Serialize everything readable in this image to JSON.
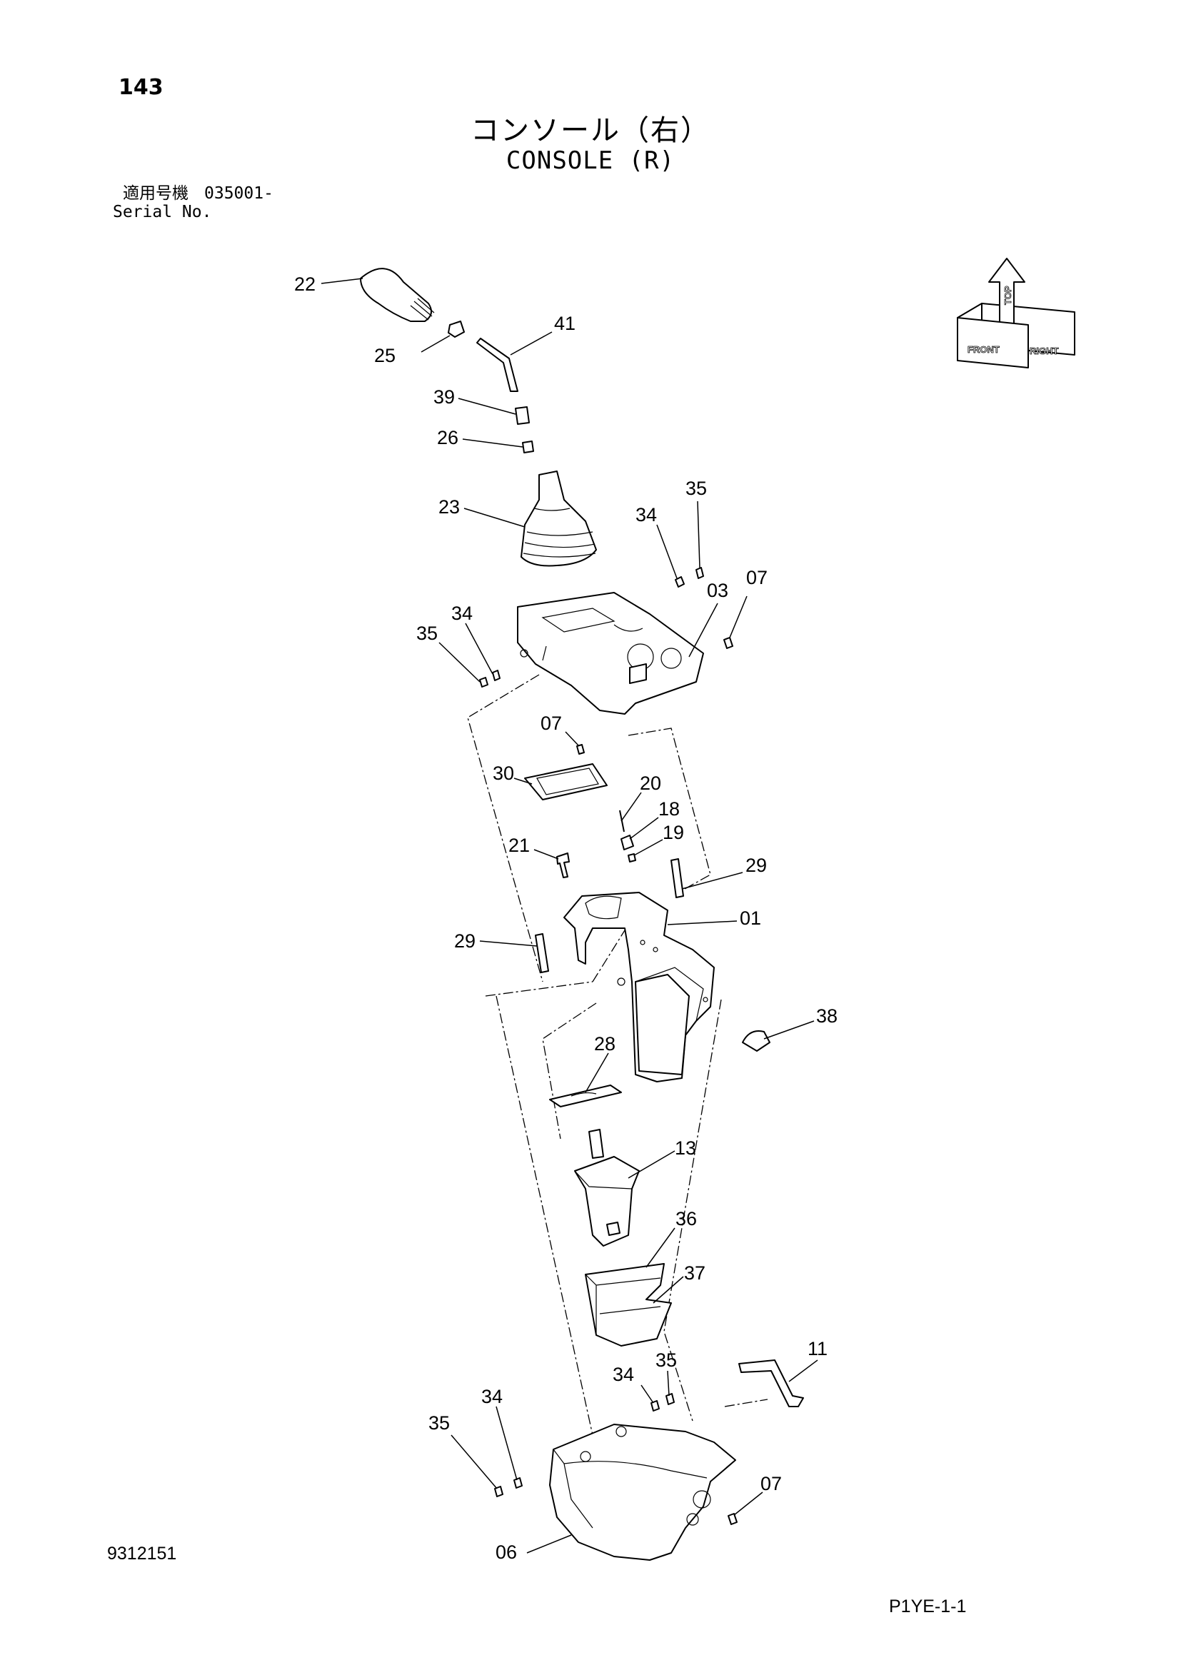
{
  "page_number": "143",
  "title_jp": "コンソール（右）",
  "title_en": "CONSOLE (R)",
  "serial": {
    "label_jp": "適用号機",
    "value": "035001-",
    "label_en": "Serial No."
  },
  "orientation": {
    "front": "FRONT",
    "right": "RIGHT",
    "top": "TOP"
  },
  "callouts": {
    "c22": "22",
    "c41": "41",
    "c25": "25",
    "c39": "39",
    "c26": "26",
    "c23": "23",
    "c35a": "35",
    "c34a": "34",
    "c03": "03",
    "c07a": "07",
    "c35b": "35",
    "c34b": "34",
    "c07b": "07",
    "c30": "30",
    "c20": "20",
    "c18": "18",
    "c19": "19",
    "c21": "21",
    "c29a": "29",
    "c01": "01",
    "c29b": "29",
    "c38": "38",
    "c28": "28",
    "c13": "13",
    "c36": "36",
    "c37": "37",
    "c11": "11",
    "c34c": "34",
    "c35c": "35",
    "c34d": "34",
    "c35d": "35",
    "c07c": "07",
    "c06": "06"
  },
  "drawing_number": "9312151",
  "page_code": "P1YE-1-1"
}
